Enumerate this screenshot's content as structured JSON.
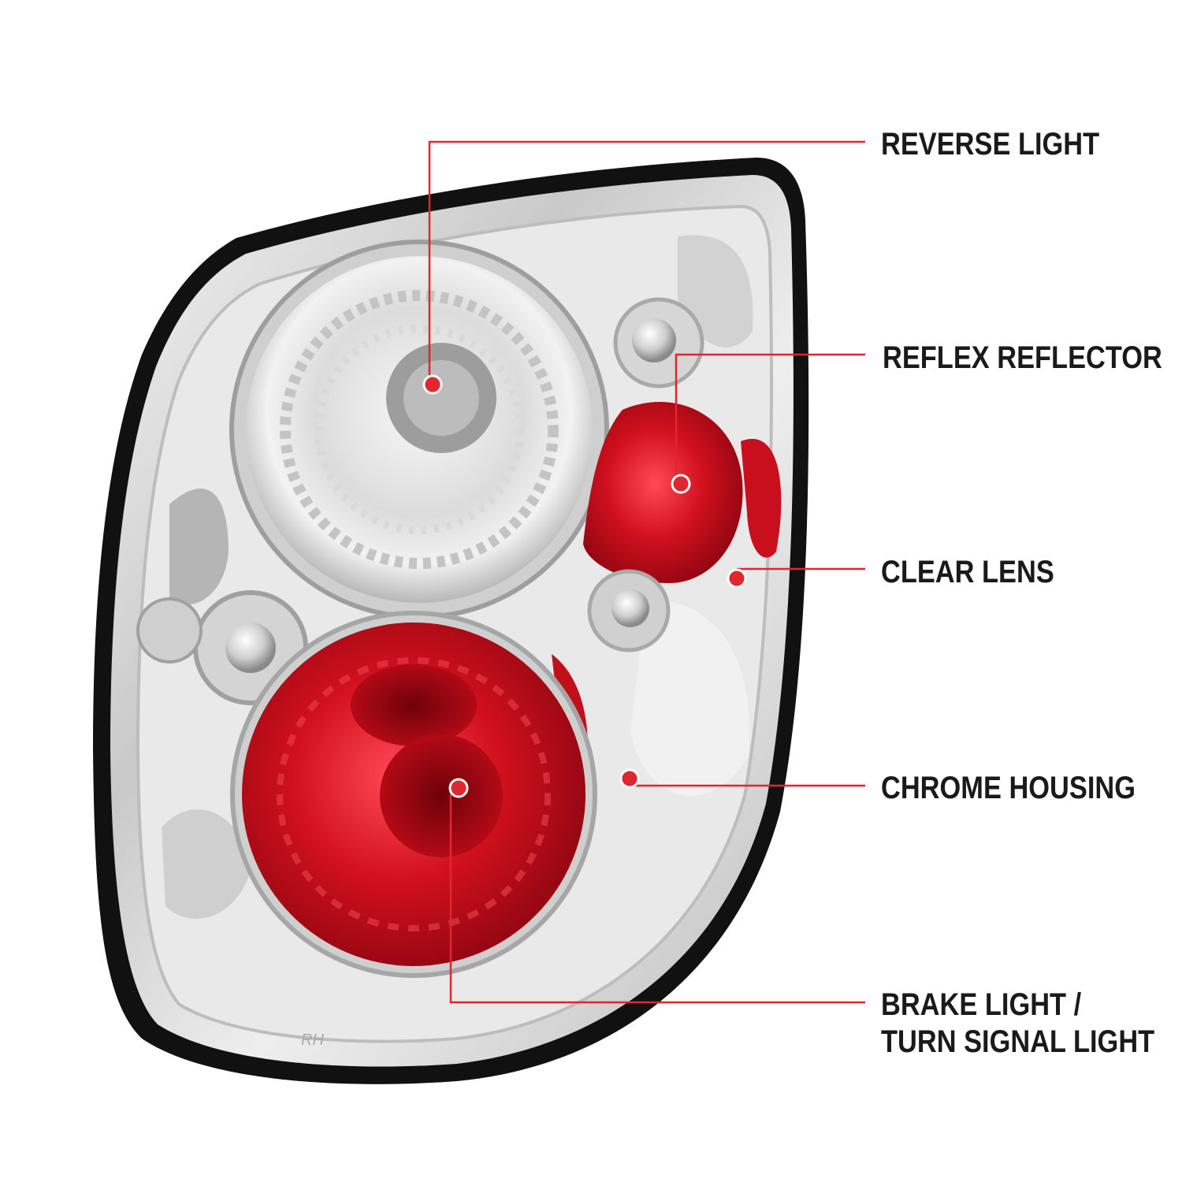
{
  "callouts": [
    {
      "id": "reverse-light",
      "text": "REVERSE LIGHT"
    },
    {
      "id": "reflex-reflector",
      "text": "REFLEX REFLECTOR"
    },
    {
      "id": "clear-lens",
      "text": "CLEAR LENS"
    },
    {
      "id": "chrome-housing",
      "text": "CHROME HOUSING"
    },
    {
      "id": "brake-turn",
      "line1": "BRAKE LIGHT /",
      "line2": "TURN SIGNAL LIGHT"
    }
  ],
  "product": {
    "side_marking": "RH"
  },
  "colors": {
    "accent": "#e0262e",
    "lens_red": "#c8101c",
    "chrome": "#d8d8d8",
    "gasket": "#111111",
    "text": "#1a1a1a"
  }
}
